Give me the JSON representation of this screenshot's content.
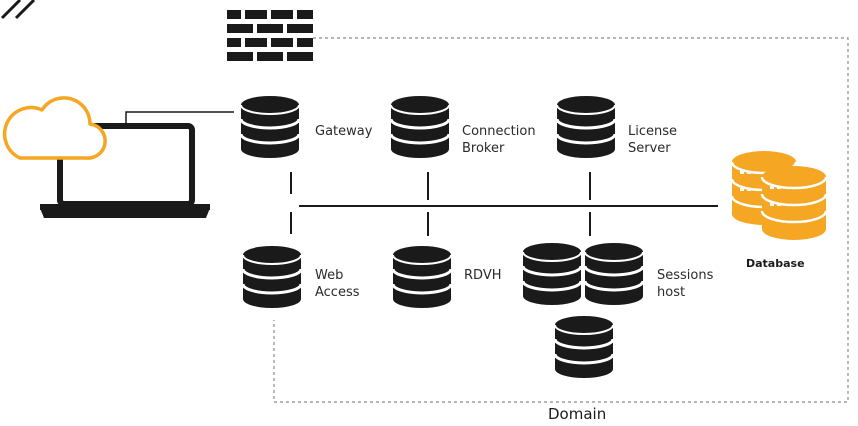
{
  "colors": {
    "accent": "#F5A623",
    "ink": "#1a1a1a",
    "dashed": "#8a8a8a"
  },
  "icons": [
    "slash-marks-icon",
    "firewall-icon",
    "laptop-icon",
    "cloud-icon",
    "server-icon",
    "database-icon"
  ],
  "nodes": {
    "gateway": {
      "label_line1": "Gateway"
    },
    "connection_broker": {
      "label_line1": "Connection",
      "label_line2": "Broker"
    },
    "license_server": {
      "label_line1": "License",
      "label_line2": "Server"
    },
    "web_access": {
      "label_line1": "Web",
      "label_line2": "Access"
    },
    "rdvh": {
      "label_line1": "RDVH"
    },
    "sessions_host": {
      "label_line1": "Sessions",
      "label_line2": "host"
    },
    "database": {
      "label": "Database"
    }
  },
  "domain": {
    "label": "Domain"
  }
}
